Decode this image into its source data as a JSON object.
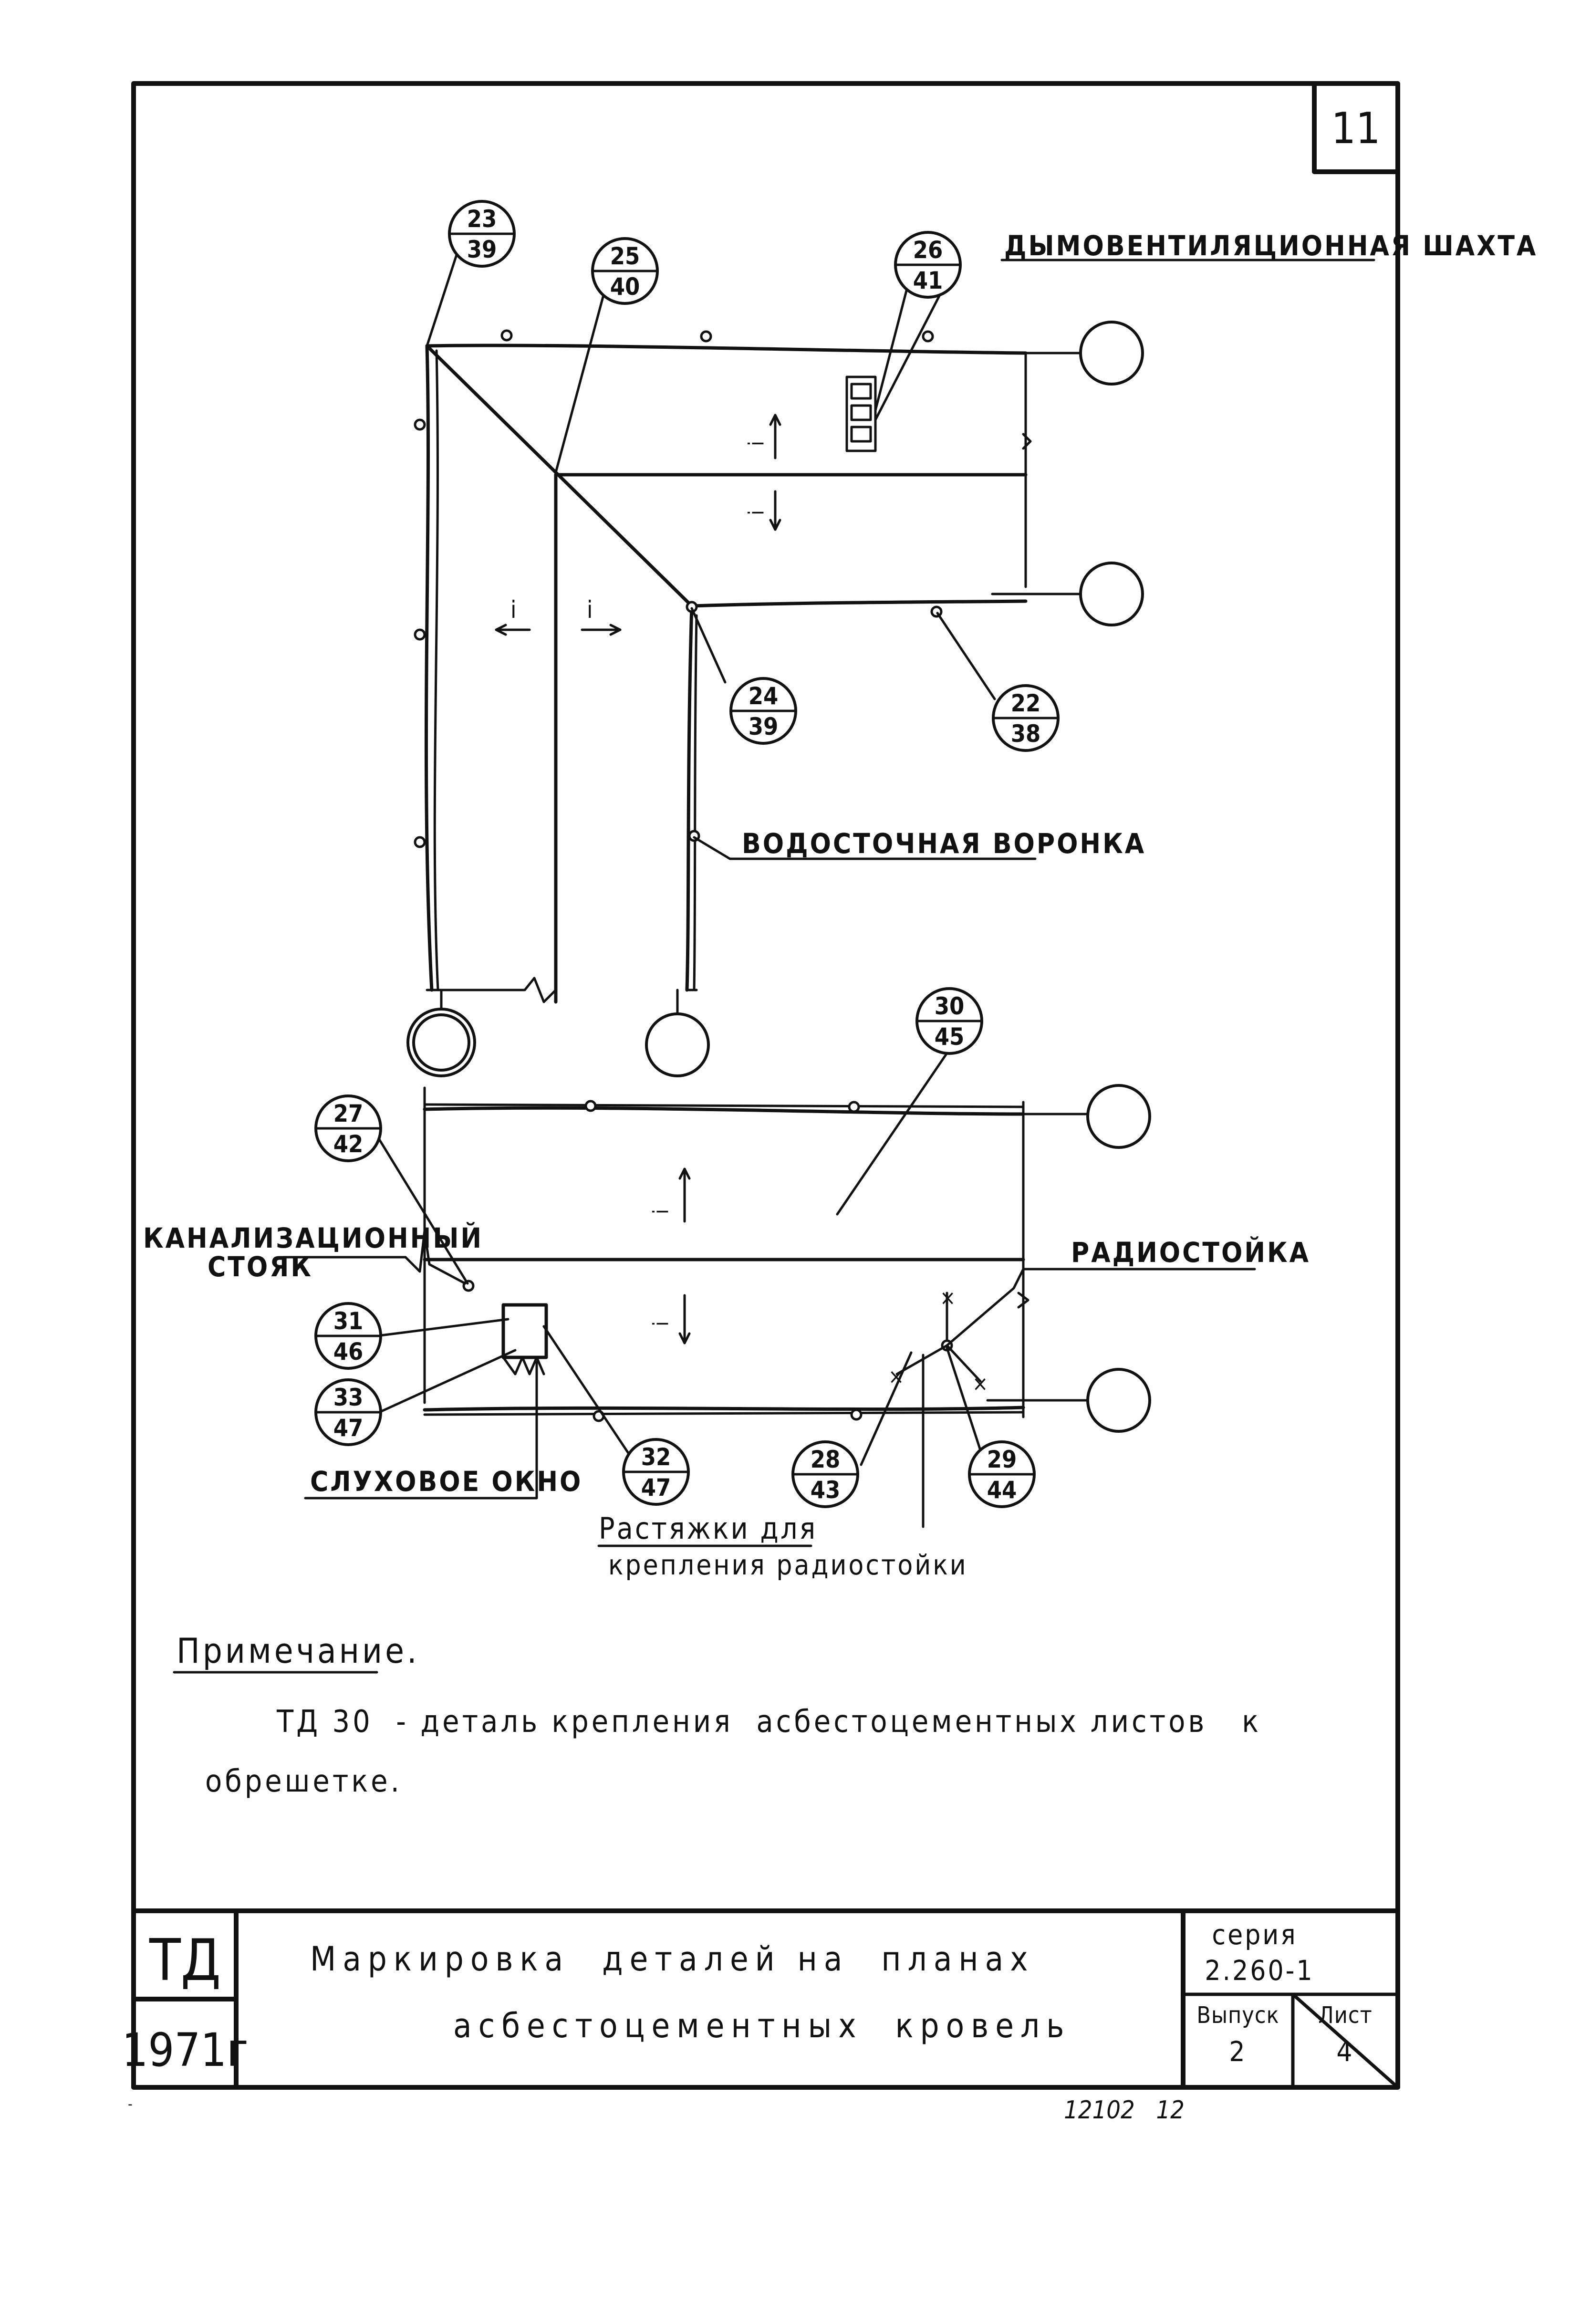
{
  "sheet_number": "11",
  "labels": {
    "smoke_vent": "ДЫМОВЕНТИЛЯЦИОННАЯ ШАХТА",
    "drain_funnel": "ВОДОСТОЧНАЯ ВОРОНКА",
    "sewer_riser_1": "КАНАЛИЗАЦИОННЫЙ",
    "sewer_riser_2": "СТОЯК",
    "radio_mast": "РАДИОСТОЙКА",
    "dormer": "СЛУХОВОЕ ОКНО",
    "guy_wires_1": "Растяжки для",
    "guy_wires_2": "крепления радиостойки",
    "slope": "i"
  },
  "callouts": [
    {
      "id": "c23",
      "top": "23",
      "bottom": "39"
    },
    {
      "id": "c25",
      "top": "25",
      "bottom": "40"
    },
    {
      "id": "c26",
      "top": "26",
      "bottom": "41"
    },
    {
      "id": "c24",
      "top": "24",
      "bottom": "39"
    },
    {
      "id": "c22",
      "top": "22",
      "bottom": "38"
    },
    {
      "id": "c30",
      "top": "30",
      "bottom": "45"
    },
    {
      "id": "c27",
      "top": "27",
      "bottom": "42"
    },
    {
      "id": "c31",
      "top": "31",
      "bottom": "46"
    },
    {
      "id": "c33",
      "top": "33",
      "bottom": "47"
    },
    {
      "id": "c32",
      "top": "32",
      "bottom": "47"
    },
    {
      "id": "c28",
      "top": "28",
      "bottom": "43"
    },
    {
      "id": "c29",
      "top": "29",
      "bottom": "44"
    }
  ],
  "note": {
    "heading": "Примечание.",
    "line1": "ТД 30  - деталь крепления  асбестоцементных листов   к",
    "line2": "обрешетке."
  },
  "title_block": {
    "org": "ТД",
    "year": "1971г",
    "title1": "Маркировка  деталей на  планах",
    "title2": "асбестоцементных  кровель",
    "series_label": "серия",
    "series_value": "2.260-1",
    "issue_label": "Выпуск",
    "issue_value": "2",
    "sheet_label": "Лист",
    "sheet_value": "4"
  },
  "footer_code": "12102   12"
}
